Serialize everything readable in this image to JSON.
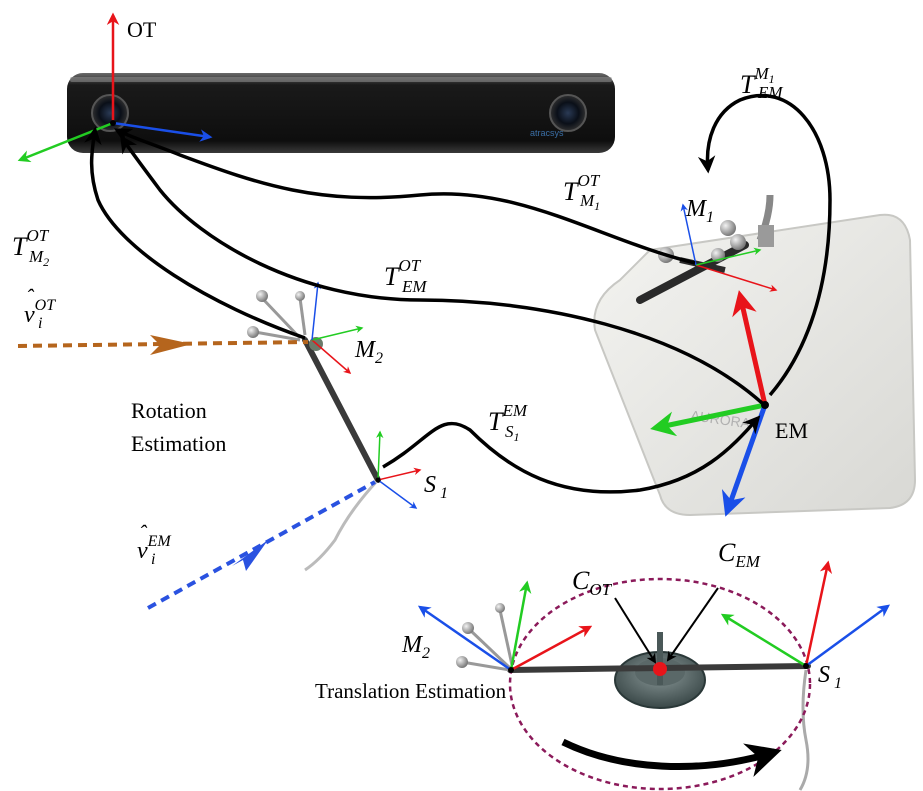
{
  "labels": {
    "ot": "OT",
    "em": "EM",
    "device_brand": "atracsys",
    "rotation_line1": "Rotation",
    "rotation_line2": "Estimation",
    "translation": "Translation Estimation"
  },
  "math": {
    "t_em_m1": {
      "base": "T",
      "sub": "EM",
      "sup": "M",
      "sup_sub": "1"
    },
    "t_m1_ot": {
      "base": "T",
      "sub": "M",
      "sub_sub": "1",
      "sup": "OT"
    },
    "t_m2_ot": {
      "base": "T",
      "sub": "M",
      "sub_sub": "2",
      "sup": "OT"
    },
    "t_em_ot": {
      "base": "T",
      "sub": "EM",
      "sup": "OT"
    },
    "t_s1_em": {
      "base": "T",
      "sub": "S",
      "sub_sub": "1",
      "sup": "EM"
    },
    "v_ot": {
      "hat": "ˆ",
      "base": "v",
      "sub": "i",
      "sup": "OT"
    },
    "v_em": {
      "hat": "ˆ",
      "base": "v",
      "sub": "i",
      "sup": "EM"
    },
    "m1": {
      "base": "M",
      "sub": "1"
    },
    "m2_top": {
      "base": "M",
      "sub": "2"
    },
    "s1_top": {
      "base": "S",
      "sub": "1"
    },
    "m2_bottom": {
      "base": "M",
      "sub": "2"
    },
    "s1_bottom": {
      "base": "S",
      "sub": "1"
    },
    "c_ot": {
      "base": "C",
      "sub": "OT"
    },
    "c_em": {
      "base": "C",
      "sub": "EM"
    }
  },
  "colors": {
    "x_axis": "#e8141a",
    "y_axis": "#22cc22",
    "z_axis": "#1a4fe8",
    "ot_ray": "#b5651d",
    "em_ray": "#2a52e0",
    "ellipse": "#8b1a5a",
    "curve": "#000000"
  }
}
